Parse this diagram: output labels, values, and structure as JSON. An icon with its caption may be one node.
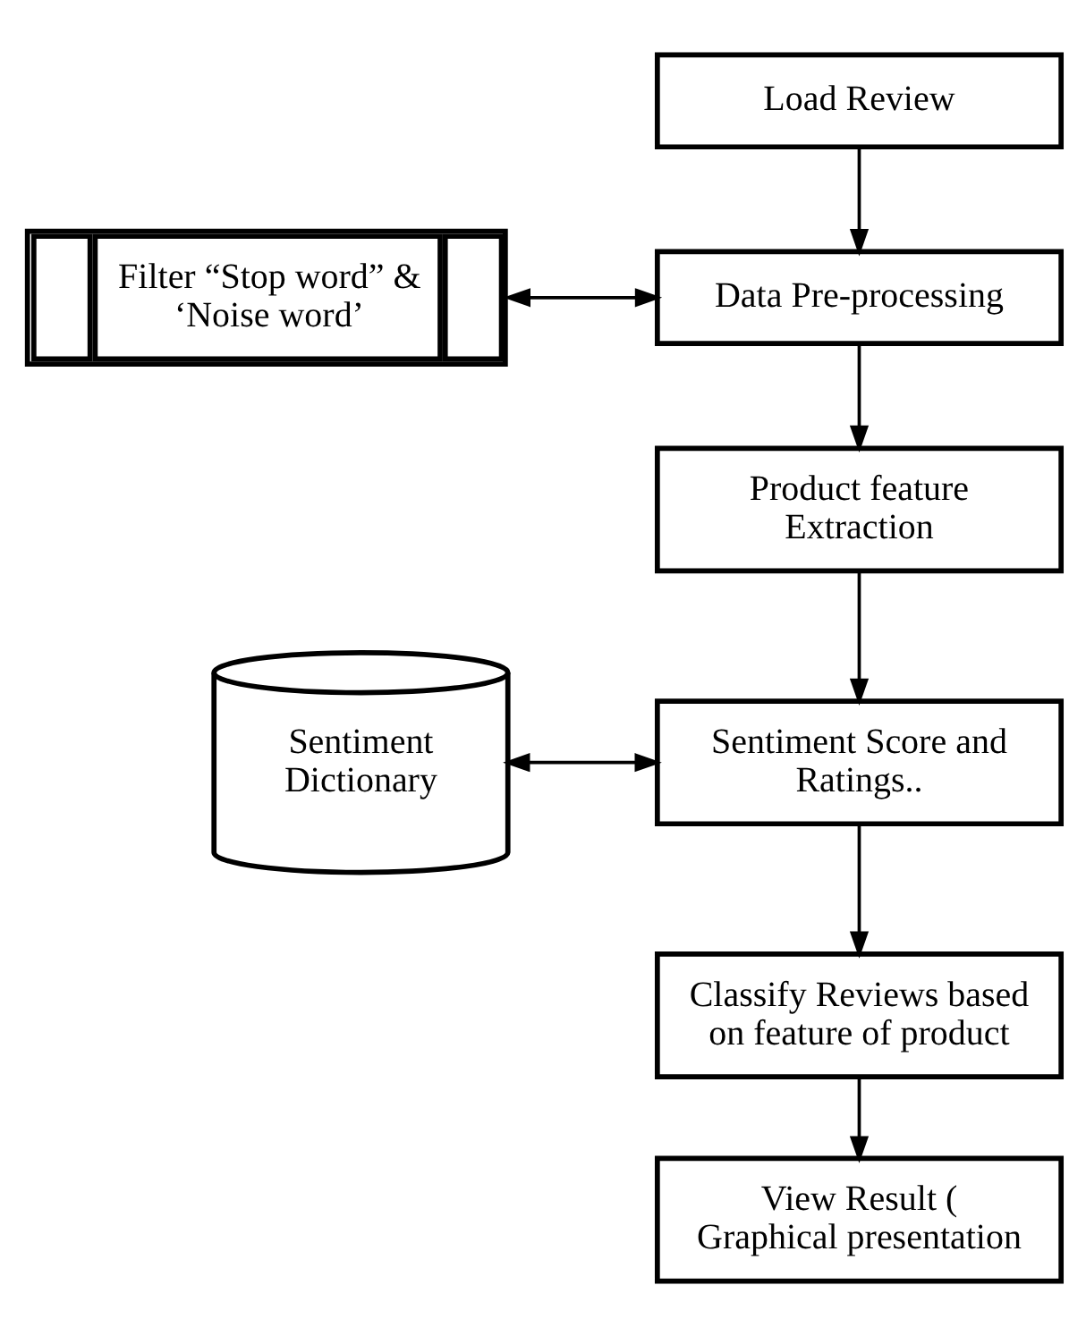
{
  "diagram": {
    "nodes": [
      {
        "text": [
          "Load Review"
        ]
      },
      {
        "text": [
          "Filter “Stop word” & ‘Noise word’"
        ]
      },
      {
        "text": [
          "Data Pre-processing"
        ]
      },
      {
        "text": [
          "Product feature Extraction"
        ]
      },
      {
        "text": [
          "Sentiment Dictionary"
        ]
      },
      {
        "text": [
          "Sentiment Score and Ratings.."
        ]
      },
      {
        "text": [
          "Classify Reviews based on feature of product"
        ]
      },
      {
        "text": [
          "View Result ( Graphical presentation"
        ]
      }
    ],
    "edges": [
      {
        "from": 0,
        "to": 2,
        "arrow": "to"
      },
      {
        "from": 1,
        "to": 2,
        "arrow": "both"
      },
      {
        "from": 2,
        "to": 3,
        "arrow": "to"
      },
      {
        "from": 3,
        "to": 5,
        "arrow": "to"
      },
      {
        "from": 4,
        "to": 5,
        "arrow": "both"
      },
      {
        "from": 5,
        "to": 6,
        "arrow": "to"
      },
      {
        "from": 6,
        "to": 7,
        "arrow": "to"
      }
    ]
  }
}
